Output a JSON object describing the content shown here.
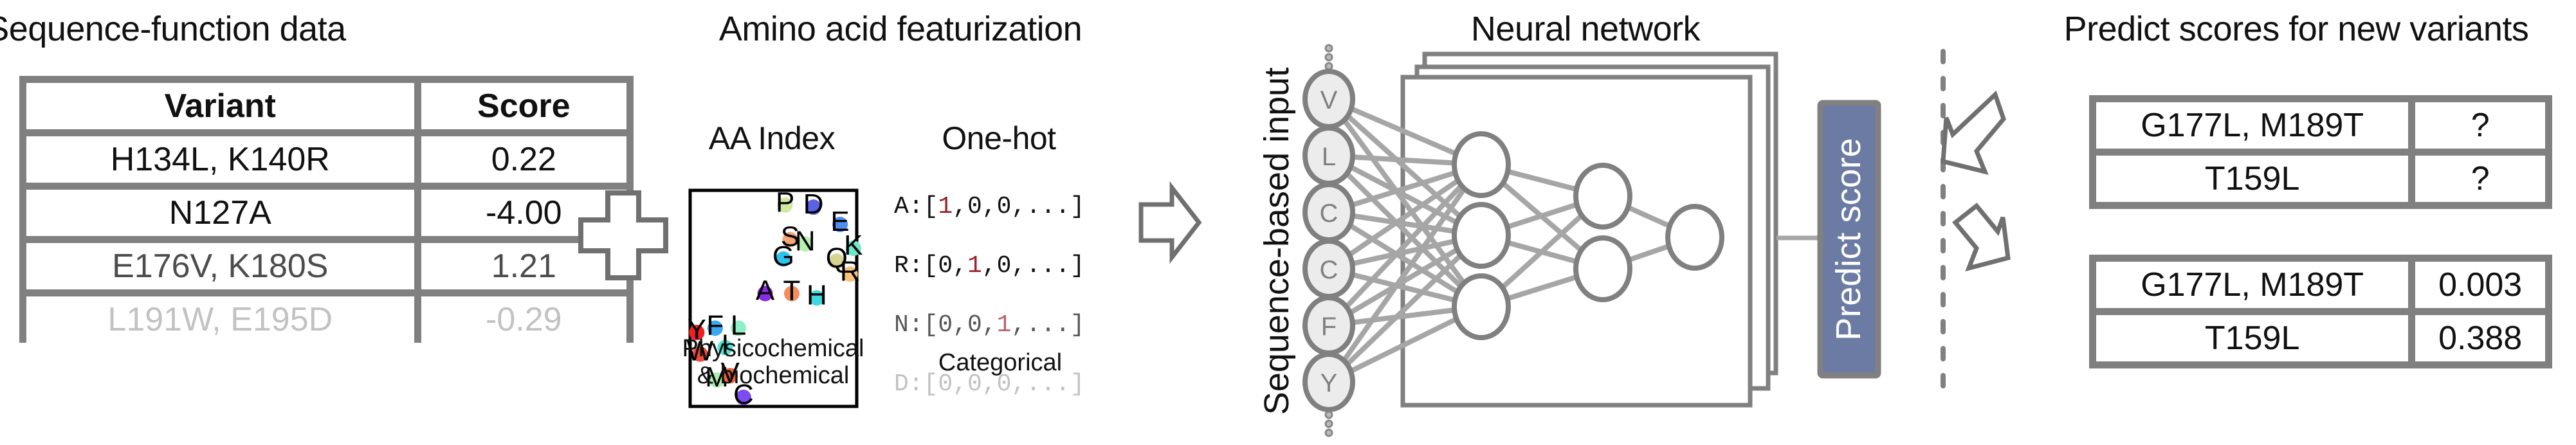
{
  "sections": {
    "sequence_function": {
      "title": "Sequence-function data",
      "headers": [
        "Variant",
        "Score"
      ],
      "rows": [
        {
          "variant": "H134L, K140R",
          "score": "0.22"
        },
        {
          "variant": "N127A",
          "score": "-4.00"
        },
        {
          "variant": "E176V, K180S",
          "score": "1.21"
        },
        {
          "variant": "L191W, E195D",
          "score": "-0.29"
        }
      ]
    },
    "featurization": {
      "title": "Amino acid featurization",
      "aa_index": {
        "title": "AA Index",
        "caption_line1": "Physicochemical",
        "caption_line2": "& biochemical",
        "points": [
          {
            "aa": "P",
            "x": 0.57,
            "y": 0.95,
            "color": "#cfe9a0"
          },
          {
            "aa": "D",
            "x": 0.74,
            "y": 0.94,
            "color": "#5a63e8"
          },
          {
            "aa": "E",
            "x": 0.9,
            "y": 0.86,
            "color": "#4f8ef0"
          },
          {
            "aa": "S",
            "x": 0.6,
            "y": 0.79,
            "color": "#f6a778"
          },
          {
            "aa": "N",
            "x": 0.69,
            "y": 0.77,
            "color": "#b8f0b0"
          },
          {
            "aa": "K",
            "x": 0.98,
            "y": 0.75,
            "color": "#6fe8c8"
          },
          {
            "aa": "G",
            "x": 0.56,
            "y": 0.7,
            "color": "#2cc4ec"
          },
          {
            "aa": "Q",
            "x": 0.88,
            "y": 0.69,
            "color": "#d8d590"
          },
          {
            "aa": "R",
            "x": 0.96,
            "y": 0.63,
            "color": "#f7c27c"
          },
          {
            "aa": "A",
            "x": 0.45,
            "y": 0.54,
            "color": "#8a2be2"
          },
          {
            "aa": "T",
            "x": 0.61,
            "y": 0.54,
            "color": "#f48c5c"
          },
          {
            "aa": "H",
            "x": 0.76,
            "y": 0.52,
            "color": "#3ed8e0"
          },
          {
            "aa": "Y",
            "x": 0.04,
            "y": 0.36,
            "color": "#f02020"
          },
          {
            "aa": "F",
            "x": 0.15,
            "y": 0.38,
            "color": "#3aa8f0"
          },
          {
            "aa": "L",
            "x": 0.29,
            "y": 0.38,
            "color": "#8ef0c4"
          },
          {
            "aa": "I",
            "x": 0.21,
            "y": 0.29,
            "color": "#4ee8d8"
          },
          {
            "aa": "W",
            "x": 0.06,
            "y": 0.26,
            "color": "#f04a3a"
          },
          {
            "aa": "M",
            "x": 0.16,
            "y": 0.14,
            "color": "#a8f0b0"
          },
          {
            "aa": "V",
            "x": 0.24,
            "y": 0.16,
            "color": "#f0603c"
          },
          {
            "aa": "C",
            "x": 0.32,
            "y": 0.06,
            "color": "#7c4cf2"
          }
        ]
      },
      "one_hot": {
        "title": "One-hot",
        "caption": "Categorical",
        "rows": [
          {
            "prefix": "A:[",
            "cells": [
              "1",
              "0",
              "0"
            ],
            "hot": 0,
            "suffix": ",...]"
          },
          {
            "prefix": "R:[",
            "cells": [
              "0",
              "1",
              "0"
            ],
            "hot": 1,
            "suffix": ",...]"
          },
          {
            "prefix": "N:[",
            "cells": [
              "0",
              "0",
              "1"
            ],
            "hot": 2,
            "suffix": ",...]"
          },
          {
            "prefix": "D:[",
            "cells": [
              "0",
              "0",
              "0"
            ],
            "hot": -1,
            "suffix": ",...]"
          }
        ]
      }
    },
    "neural_network": {
      "title": "Neural network",
      "input_label": "Sequence-based input",
      "inputs": [
        "V",
        "L",
        "C",
        "C",
        "F",
        "Y"
      ],
      "hidden_layers": [
        3,
        2,
        1
      ],
      "output_label": "Predict score"
    },
    "prediction": {
      "title": "Predict scores for new variants",
      "unscored": [
        {
          "variant": "G177L, M189T",
          "score": "?"
        },
        {
          "variant": "T159L",
          "score": "?"
        }
      ],
      "scored": [
        {
          "variant": "G177L, M189T",
          "score": "0.003"
        },
        {
          "variant": "T159L",
          "score": "0.388"
        }
      ]
    }
  },
  "colors": {
    "border": "#808080",
    "edge": "#a6a6a6",
    "predict_fill": "#6b7ba3",
    "hot_red": "#9b2226",
    "node_fill": "#ececec"
  }
}
